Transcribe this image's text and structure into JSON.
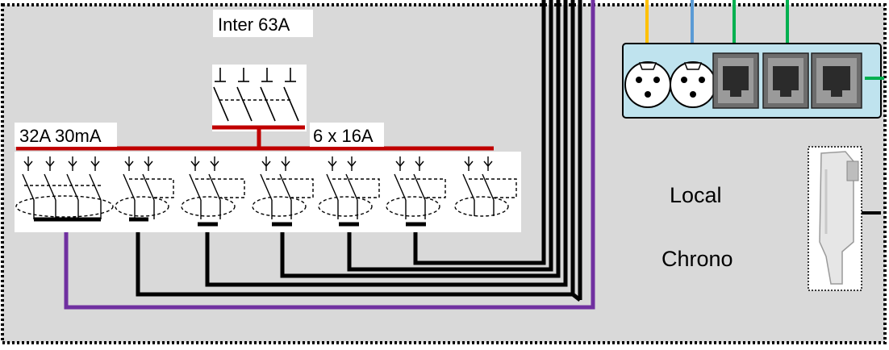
{
  "labels": {
    "inter": "Inter 63A",
    "rcd": "32A 30mA",
    "breakers": "6 x 16A",
    "local": "Local",
    "chrono": "Chrono"
  },
  "colors": {
    "panel_bg": "#d9d9d9",
    "border": "#000000",
    "busbar": "#c00000",
    "cable": "#000000",
    "purple": "#7030a0",
    "yellow": "#ffc000",
    "blue": "#5b9bd5",
    "green": "#00b050",
    "connector_plate": "#bfe3ee",
    "label_bg": "#ffffff"
  },
  "icons": {
    "switch": "switch-disconnector-icon",
    "rcd": "residual-current-device-icon",
    "breaker": "circuit-breaker-icon",
    "xlr": "xlr-connector-icon",
    "rj45": "rj45-port-icon",
    "intercom": "intercom-handset-icon"
  }
}
